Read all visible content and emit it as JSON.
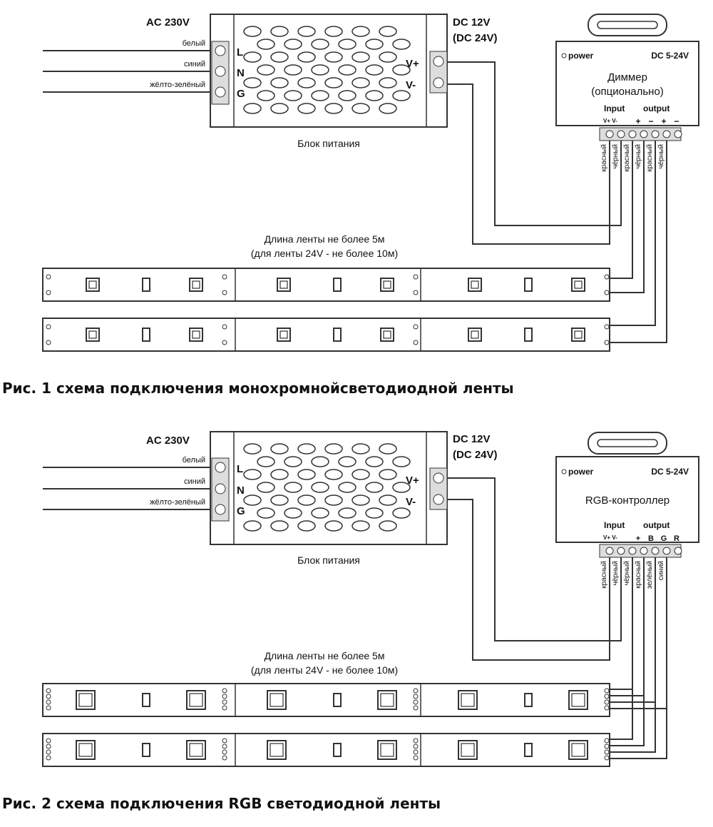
{
  "fig1": {
    "ac_label": "AC 230V",
    "wire_white": "белый",
    "wire_blue": "синий",
    "wire_ground": "жёлто-зелёный",
    "term_L": "L",
    "term_N": "N",
    "term_G": "G",
    "dc_label_1": "DC 12V",
    "dc_label_2": "(DC 24V)",
    "out_plus": "V+",
    "out_minus": "V-",
    "psu_label": "Блок питания",
    "ctrl_power": "power",
    "ctrl_voltage": "DC 5-24V",
    "ctrl_name_1": "Диммер",
    "ctrl_name_2": "(опционально)",
    "input_label": "Input",
    "output_label": "output",
    "input_pins": "V+ V-",
    "output_pins": [
      "+",
      "−",
      "+",
      "−"
    ],
    "wire_labels": [
      "красный",
      "чёрный",
      "красный",
      "чёрный",
      "красный",
      "чёрный"
    ],
    "length_1": "Длина ленты не более 5м",
    "length_2": "(для ленты 24V - не более 10м)",
    "caption": "Рис. 1 схема подключения монохромнойсветодиодной ленты"
  },
  "fig2": {
    "ac_label": "AC 230V",
    "wire_white": "белый",
    "wire_blue": "синий",
    "wire_ground": "жёлто-зелёный",
    "term_L": "L",
    "term_N": "N",
    "term_G": "G",
    "dc_label_1": "DC 12V",
    "dc_label_2": "(DC 24V)",
    "out_plus": "V+",
    "out_minus": "V-",
    "psu_label": "Блок питания",
    "ctrl_power": "power",
    "ctrl_voltage": "DC 5-24V",
    "ctrl_name": "RGB-контроллер",
    "input_label": "Input",
    "output_label": "output",
    "input_pins": "V+ V-",
    "output_pins": [
      "+",
      "B",
      "G",
      "R"
    ],
    "wire_labels": [
      "красный",
      "чёрный",
      "чёрный",
      "красный",
      "зелёный",
      "синий"
    ],
    "length_1": "Длина ленты не более 5м",
    "length_2": "(для ленты 24V - не более 10м)",
    "caption": "Рис. 2 схема подключения RGB светодиодной ленты"
  }
}
